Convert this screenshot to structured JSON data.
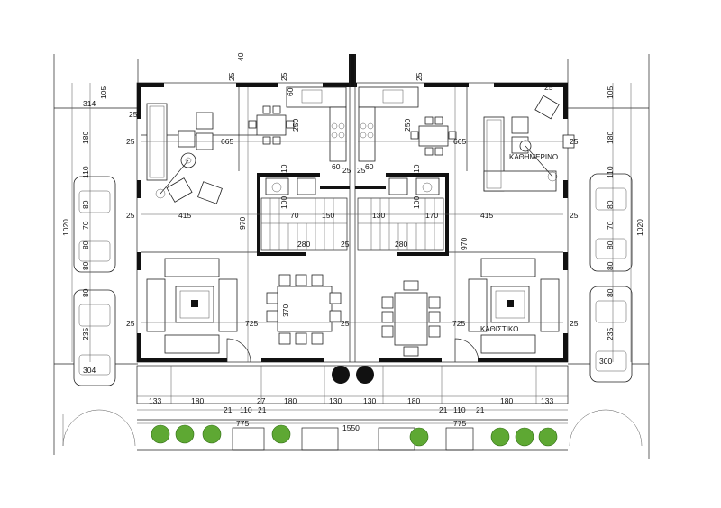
{
  "rooms": {
    "left_living_label": "",
    "right_bedroom_label": "ΚΑΘΗΜΕΡΙΝΟ",
    "right_lounge_label": "ΚΑΘΙΣΤΙΚΟ"
  },
  "dimensions": {
    "top_40": "40",
    "top_25_a": "25",
    "top_25_b": "25",
    "top_25_c": "25",
    "left_314": "314",
    "left_105": "105",
    "left_25_a": "25",
    "left_180": "180",
    "left_25_b": "25",
    "left_110": "110",
    "left_80_a": "80",
    "left_70": "70",
    "left_80_b": "80",
    "left_80_c": "80",
    "left_80_d": "80",
    "left_235": "235",
    "left_1020": "1020",
    "left_304": "304",
    "left_25_c": "25",
    "left_25_d": "25",
    "left_665": "665",
    "left_415": "415",
    "left_970": "970",
    "left_725": "725",
    "left_250": "250",
    "left_60_a": "60",
    "left_60_b": "60",
    "left_25_e": "25",
    "left_25_f": "25",
    "left_150": "150",
    "left_280": "280",
    "left_10_a": "10",
    "left_70_b": "70",
    "left_100": "100",
    "left_25_g": "25",
    "right_665": "665",
    "right_250": "250",
    "right_60": "60",
    "right_25": "25",
    "right_150": "130",
    "right_170": "170",
    "right_415": "415",
    "right_280": "280",
    "right_970": "970",
    "right_725": "725",
    "right_25_a": "25",
    "right_25_b": "25",
    "right_25_c": "25",
    "right_25_d": "25",
    "right_105": "105",
    "right_180": "180",
    "right_110": "110",
    "right_80_a": "80",
    "right_70": "70",
    "right_80_b": "80",
    "right_80_c": "80",
    "right_80_d": "80",
    "right_235": "235",
    "right_1020": "1020",
    "right_300": "300",
    "right_100": "100",
    "right_10": "10",
    "bottom_133_a": "133",
    "bottom_180_a": "180",
    "bottom_27": "27",
    "bottom_180_b": "180",
    "bottom_130_a": "130",
    "bottom_130_b": "130",
    "bottom_180_c": "180",
    "bottom_180_d": "180",
    "bottom_133_b": "133",
    "bottom_21_a": "21",
    "bottom_110_a": "110",
    "bottom_21_b": "21",
    "bottom_21_c": "21",
    "bottom_110_b": "110",
    "bottom_21_d": "21",
    "bottom_775_a": "775",
    "bottom_1550": "1550",
    "bottom_775_b": "775",
    "mid_130_a": "130",
    "mid_130_b": "130",
    "mid_25_a": "25",
    "mid_25_b": "25",
    "mid_370": "370"
  },
  "colors": {
    "wall": "#111111",
    "tree": "#5ea833",
    "line": "#222222"
  }
}
